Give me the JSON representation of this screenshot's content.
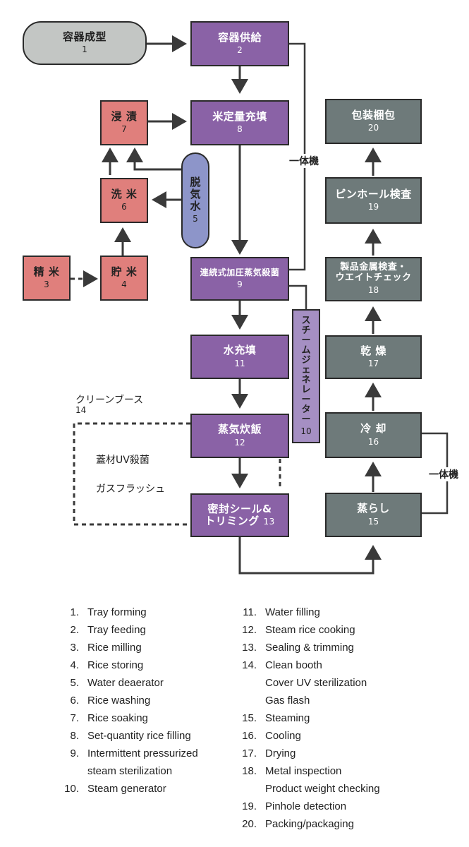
{
  "nodes": {
    "n1": {
      "label": "容器成型",
      "num": "1"
    },
    "n2": {
      "label": "容器供給",
      "num": "2"
    },
    "n3": {
      "label": "精 米",
      "num": "3"
    },
    "n4": {
      "label": "貯 米",
      "num": "4"
    },
    "n5": {
      "chars": [
        "脱",
        "気",
        "水"
      ],
      "num": "5"
    },
    "n6": {
      "label": "洗 米",
      "num": "6"
    },
    "n7": {
      "label": "浸 漬",
      "num": "7"
    },
    "n8": {
      "label": "米定量充填",
      "num": "8"
    },
    "n9": {
      "label": "連続式加圧蒸気殺菌",
      "num": "9"
    },
    "n10": {
      "chars": [
        "ス",
        "チ",
        "ー",
        "ム",
        "ジ",
        "ェ",
        "ネ",
        "レ",
        "ー",
        "タ",
        "ー"
      ],
      "num": "10"
    },
    "n11": {
      "label": "水充填",
      "num": "11"
    },
    "n12": {
      "label": "蒸気炊飯",
      "num": "12"
    },
    "n13": {
      "line1": "密封シール&",
      "line2": "トリミング",
      "num": "13"
    },
    "n15": {
      "label": "蒸らし",
      "num": "15"
    },
    "n16": {
      "label": "冷 却",
      "num": "16"
    },
    "n17": {
      "label": "乾 燥",
      "num": "17"
    },
    "n18": {
      "line1": "製品金属検査・",
      "line2": "ウエイトチェック",
      "num": "18"
    },
    "n19": {
      "label": "ピンホール検査",
      "num": "19"
    },
    "n20": {
      "label": "包装梱包",
      "num": "20"
    }
  },
  "labels": {
    "ittaiki_top": "一体機",
    "ittaiki_right": "一体機",
    "clean_booth": "クリーンブース",
    "clean_booth_num": "14",
    "uv": "蓋材UV殺菌",
    "gas": "ガスフラッシュ"
  },
  "legend_left": [
    {
      "num": "1.",
      "text": "Tray forming"
    },
    {
      "num": "2.",
      "text": "Tray feeding"
    },
    {
      "num": "3.",
      "text": "Rice milling"
    },
    {
      "num": "4.",
      "text": "Rice storing"
    },
    {
      "num": "5.",
      "text": "Water deaerator"
    },
    {
      "num": "6.",
      "text": "Rice washing"
    },
    {
      "num": "7.",
      "text": "Rice soaking"
    },
    {
      "num": "8.",
      "text": "Set-quantity rice filling"
    },
    {
      "num": "9.",
      "text": "Intermittent pressurized"
    },
    {
      "num": "",
      "text": "steam sterilization"
    },
    {
      "num": "10.",
      "text": "Steam generator"
    }
  ],
  "legend_right": [
    {
      "num": "11.",
      "text": "Water filling"
    },
    {
      "num": "12.",
      "text": "Steam rice cooking"
    },
    {
      "num": "13.",
      "text": "Sealing & trimming"
    },
    {
      "num": "14.",
      "text": "Clean booth"
    },
    {
      "num": "",
      "text": "Cover UV sterilization"
    },
    {
      "num": "",
      "text": "Gas flash"
    },
    {
      "num": "15.",
      "text": "Steaming"
    },
    {
      "num": "16.",
      "text": "Cooling"
    },
    {
      "num": "17.",
      "text": "Drying"
    },
    {
      "num": "18.",
      "text": "Metal inspection"
    },
    {
      "num": "",
      "text": "Product weight checking"
    },
    {
      "num": "19.",
      "text": "Pinhole detection"
    },
    {
      "num": "20.",
      "text": "Packing/packaging"
    }
  ]
}
